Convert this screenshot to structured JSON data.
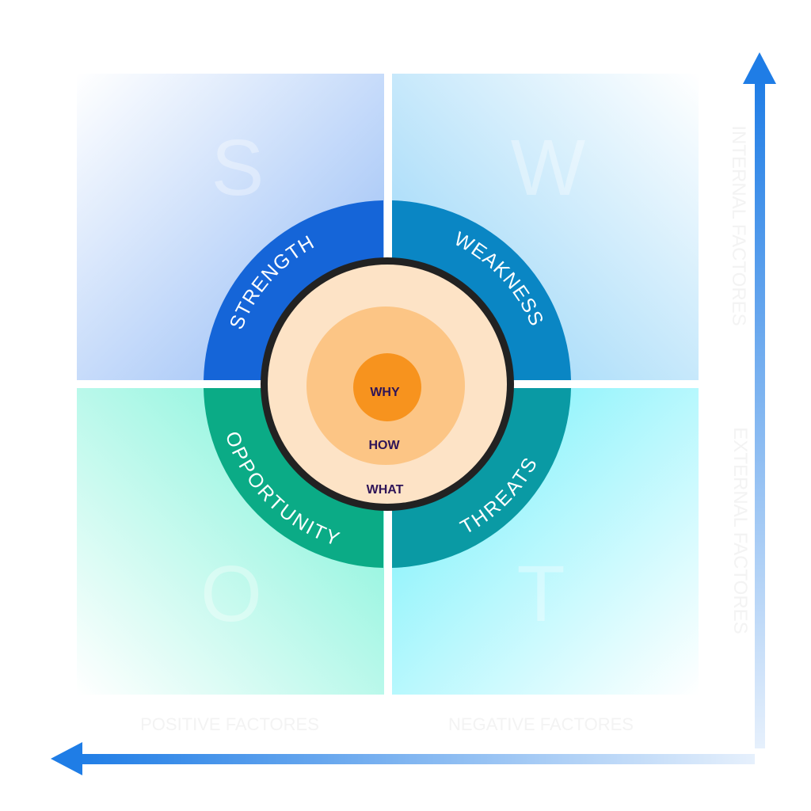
{
  "quadrants": {
    "strength": {
      "letter": "S",
      "label": "STRENGTH"
    },
    "weakness": {
      "letter": "W",
      "label": "WEAKNESS"
    },
    "opportunity": {
      "letter": "O",
      "label": "OPPORTUNITY"
    },
    "threats": {
      "letter": "T",
      "label": "THREATS"
    }
  },
  "circles": {
    "why": "WHY",
    "how": "HOW",
    "what": "WHAT"
  },
  "axes": {
    "internal": "INTERNAL FACTORES",
    "external": "EXTERNAL FACTORES",
    "positive": "POSITIVE FACTORES",
    "negative": "NEGATIVE FACTORES"
  },
  "colors": {
    "strength": "#1565d8",
    "weakness": "#0a86c4",
    "opportunity": "#0bab86",
    "threats": "#0a9aa4",
    "arrow": "#1f7de6",
    "why": "#f7931e",
    "how": "#fcc585",
    "what": "#fde3c6",
    "text_dark": "#2e1458"
  }
}
